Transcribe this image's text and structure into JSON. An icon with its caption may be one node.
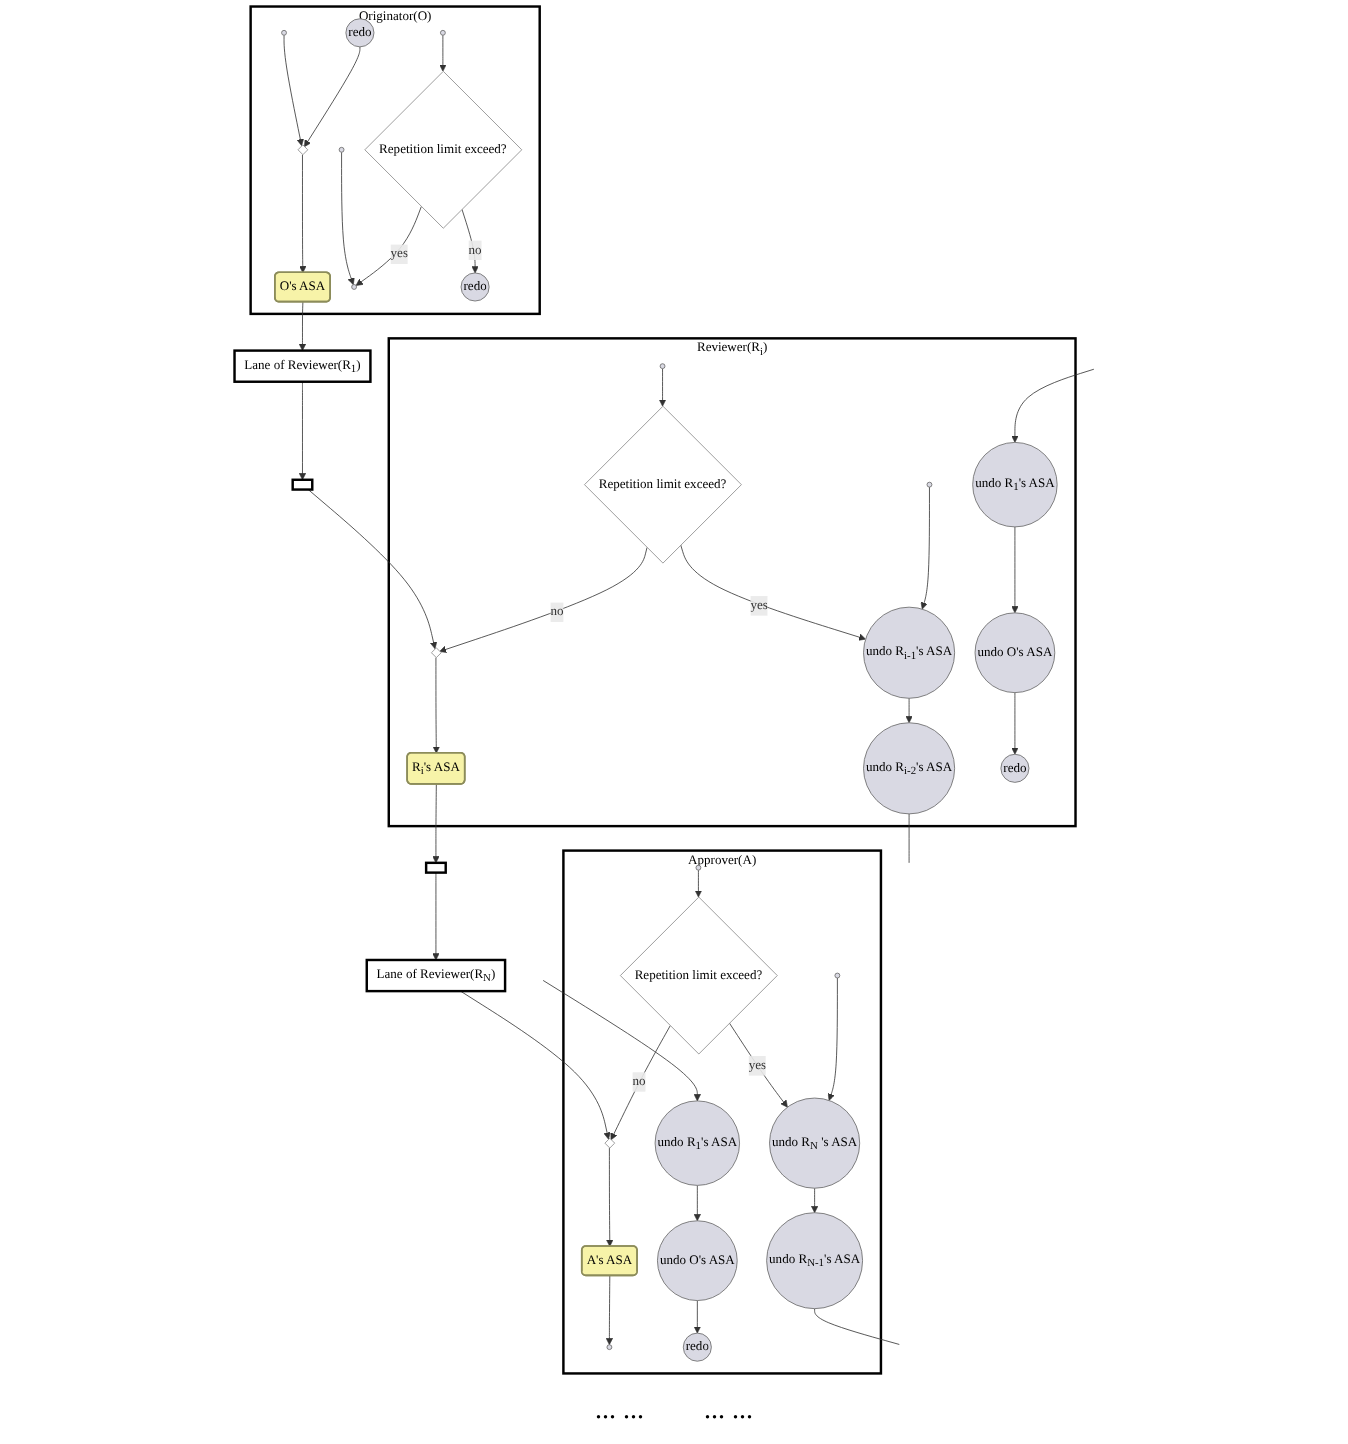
{
  "diagram": {
    "nodes": [
      {
        "text": [
          "Originator(O)"
        ]
      },
      {
        "text": [],
        "shape": "circle",
        "in": 0
      },
      {
        "text": [],
        "shape": "diamond",
        "in": 0
      },
      {
        "text": [
          "O's ASA"
        ],
        "in": 0
      },
      {
        "text": [],
        "shape": "circle",
        "in": 0
      },
      {
        "text": [],
        "shape": "circle",
        "in": 0
      },
      {
        "text": [
          "redo"
        ],
        "in": 0
      },
      {
        "text": [],
        "shape": "circle",
        "in": 0
      },
      {
        "text": [
          "Repetition limit exceed?"
        ],
        "in": 0
      },
      {
        "text": [
          "redo"
        ],
        "in": 0
      },
      {
        "text": [
          "Lane of Reviewer(R$_{1}$)"
        ]
      },
      {
        "text": [],
        "shape": "box"
      },
      {
        "text": [
          "Reviewer(R$_{i}$)"
        ]
      },
      {
        "text": [],
        "shape": "diamond",
        "in": 12
      },
      {
        "text": [
          "R$_{i}$'s ASA"
        ],
        "in": 12
      },
      {
        "text": [],
        "shape": "circle",
        "in": 12
      },
      {
        "text": [],
        "shape": "circle",
        "in": 12
      },
      {
        "text": [
          "Repetition limit exceed?"
        ],
        "in": 12
      },
      {
        "text": [
          "undo R$_{i-1}$'s ASA"
        ],
        "in": 12
      },
      {
        "text": [
          "undo R$_{i-2}$'s ASA"
        ],
        "in": 12
      },
      {
        "text": [
          "undo R$_{1}$'s ASA"
        ],
        "in": 12
      },
      {
        "text": [
          "undo O's ASA"
        ],
        "in": 12
      },
      {
        "text": [
          "redo"
        ],
        "in": 12
      },
      {
        "text": [],
        "shape": "box"
      },
      {
        "text": [
          "Lane of Reviewer(R$_{N}$)"
        ]
      },
      {
        "text": [
          "Approver(A)"
        ]
      },
      {
        "text": [],
        "shape": "diamond",
        "in": 25
      },
      {
        "text": [
          "A's ASA"
        ],
        "in": 25
      },
      {
        "text": [],
        "shape": "circle",
        "in": 25
      },
      {
        "text": [],
        "shape": "circle",
        "in": 25
      },
      {
        "text": [],
        "shape": "circle",
        "in": 25
      },
      {
        "text": [
          "Repetition limit exceed?"
        ],
        "in": 25
      },
      {
        "text": [
          "undo R$_{N}$ 's ASA"
        ],
        "in": 25
      },
      {
        "text": [
          "undo R$_{N-1}$'s ASA"
        ],
        "in": 25
      },
      {
        "text": [
          "undo R$_{1}$'s ASA"
        ],
        "in": 25
      },
      {
        "text": [
          "undo O's ASA"
        ],
        "in": 25
      },
      {
        "text": [
          "redo"
        ],
        "in": 25
      }
    ],
    "edges": [
      {
        "from": 1,
        "to": 2,
        "arrow": "to"
      },
      {
        "from": 2,
        "to": 3,
        "arrow": "to"
      },
      {
        "from": 6,
        "to": 2,
        "arrow": "to"
      },
      {
        "from": 5,
        "to": 7,
        "arrow": "to"
      },
      {
        "from": 4,
        "to": 8,
        "arrow": "to"
      },
      {
        "from": 8,
        "to": 7,
        "label": "yes",
        "arrow": "to"
      },
      {
        "from": 8,
        "to": 9,
        "label": "no",
        "arrow": "to"
      },
      {
        "from": 3,
        "to": 10,
        "arrow": "to"
      },
      {
        "from": 10,
        "to": 11,
        "arrow": "to"
      },
      {
        "from": 11,
        "to": 13,
        "arrow": "to"
      },
      {
        "from": 13,
        "to": 14,
        "arrow": "to"
      },
      {
        "from": 15,
        "to": 17,
        "arrow": "to"
      },
      {
        "from": 17,
        "to": 13,
        "label": "no",
        "arrow": "to"
      },
      {
        "from": 17,
        "to": 18,
        "label": "yes",
        "arrow": "to"
      },
      {
        "from": 16,
        "to": 18,
        "arrow": "to"
      },
      {
        "from": 18,
        "to": 19,
        "arrow": "to"
      },
      {
        "from": 19,
        "to": null,
        "arrow": "none"
      },
      {
        "from": null,
        "to": 20,
        "arrow": "to"
      },
      {
        "from": 20,
        "to": 21,
        "arrow": "to"
      },
      {
        "from": 21,
        "to": 22,
        "arrow": "to"
      },
      {
        "from": 14,
        "to": 23,
        "arrow": "to"
      },
      {
        "from": 23,
        "to": 24,
        "arrow": "to"
      },
      {
        "from": 24,
        "to": 26,
        "arrow": "to"
      },
      {
        "from": 26,
        "to": 27,
        "arrow": "to"
      },
      {
        "from": 27,
        "to": 28,
        "arrow": "to"
      },
      {
        "from": 29,
        "to": 31,
        "arrow": "to"
      },
      {
        "from": 31,
        "to": 26,
        "label": "no",
        "arrow": "to"
      },
      {
        "from": 31,
        "to": 32,
        "label": "yes",
        "arrow": "to"
      },
      {
        "from": 30,
        "to": 32,
        "arrow": "to"
      },
      {
        "from": 32,
        "to": 33,
        "arrow": "to"
      },
      {
        "from": 33,
        "to": null,
        "arrow": "none"
      },
      {
        "from": null,
        "to": 34,
        "arrow": "to"
      },
      {
        "from": 34,
        "to": 35,
        "arrow": "to"
      },
      {
        "from": 35,
        "to": 36,
        "arrow": "to"
      }
    ],
    "labels": [
      "... ...",
      "... ..."
    ]
  }
}
